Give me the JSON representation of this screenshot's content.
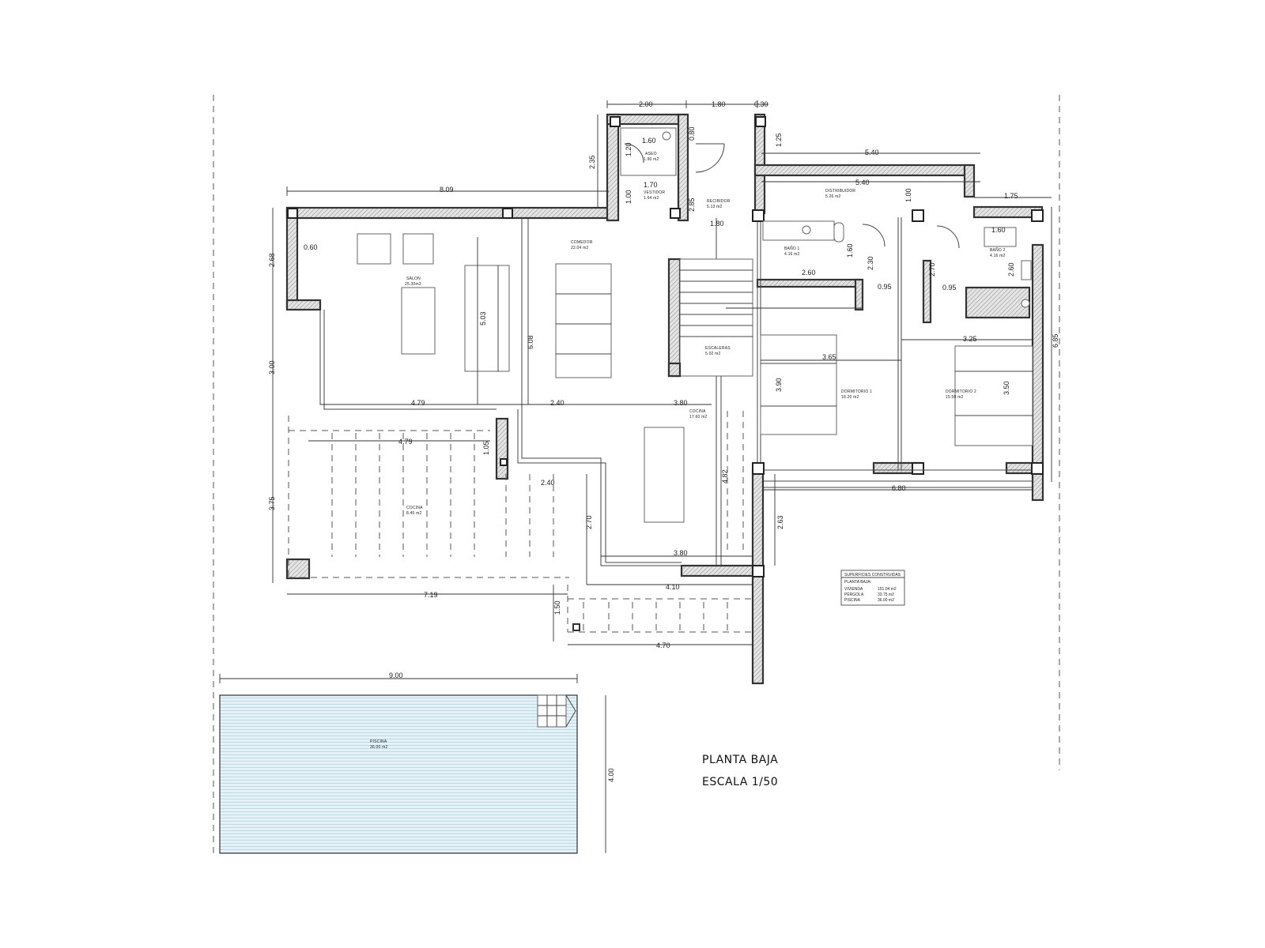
{
  "sheet": {
    "title": "PLANTA BAJA",
    "scale": "ESCALA 1/50"
  },
  "rooms": {
    "aseo": {
      "name": "ASEO",
      "area": "1.90 m2"
    },
    "vestidor": {
      "name": "VESTIDOR",
      "area": "1.64 m2"
    },
    "recibidor": {
      "name": "RECIBIDOR",
      "area": "5.13 m2"
    },
    "distribuidor": {
      "name": "DISTRIBUIDOR",
      "area": "5.26 m2"
    },
    "salon": {
      "name": "SALON",
      "area": "25.30m2"
    },
    "comedor": {
      "name": "COMEDOR",
      "area": "22.04 m2"
    },
    "escaleras": {
      "name": "ESCALERAS",
      "area": "5.02 m2"
    },
    "bano1": {
      "name": "BAÑO 1",
      "area": "4.16 m2"
    },
    "bano2": {
      "name": "BAÑO 2",
      "area": "4.16 m2"
    },
    "dormitorio1": {
      "name": "DORMITORIO 1",
      "area": "18.20 m2"
    },
    "dormitorio2": {
      "name": "DORMITORIO 2",
      "area": "15.50 m2"
    },
    "cocina": {
      "name": "COCINA",
      "area": "17.60 m2"
    },
    "cocina_ext": {
      "name": "COCINA",
      "area": "8.45 m2"
    },
    "piscina": {
      "name": "PISCINA",
      "area": "36.00 m2"
    }
  },
  "dimensions": {
    "d_2_00": "2.00",
    "d_1_80_top": "1.80",
    "d_0_30": "0.30",
    "d_1_60_aseo": "1.60",
    "d_1_20": "1.20",
    "d_0_80": "0.80",
    "d_1_25": "1.25",
    "d_5_40_a": "5.40",
    "d_5_40_b": "5.40",
    "d_2_35": "2.35",
    "d_1_70": "1.70",
    "d_1_00_a": "1.00",
    "d_1_00_b": "1.00",
    "d_8_09": "8.09",
    "d_2_85": "2.85",
    "d_1_80_mid": "1.80",
    "d_1_75": "1.75",
    "d_1_60_b2": "1.60",
    "d_2_68": "2.68",
    "d_0_60": "0.60",
    "d_1_60_b1": "1.60",
    "d_2_60_a": "2.60",
    "d_2_30": "2.30",
    "d_2_70_a": "2.70",
    "d_2_60_b": "2.60",
    "d_0_95_a": "0.95",
    "d_0_95_b": "0.95",
    "d_5_03": "5.03",
    "d_6_08": "6.08",
    "d_3_25": "3.25",
    "d_3_65": "3.65",
    "d_6_85": "6.85",
    "d_3_00": "3.00",
    "d_3_90": "3.90",
    "d_3_50": "3.50",
    "d_4_79_a": "4.79",
    "d_2_40_a": "2.40",
    "d_3_80_a": "3.80",
    "d_4_79_b": "4.79",
    "d_1_05": "1.05",
    "d_2_40_b": "2.40",
    "d_4_82": "4.82",
    "d_6_80": "6.80",
    "d_3_75": "3.75",
    "d_2_70_b": "2.70",
    "d_2_63": "2.63",
    "d_3_80_b": "3.80",
    "d_4_10": "4.10",
    "d_7_19": "7.19",
    "d_1_50": "1.50",
    "d_4_70": "4.70",
    "d_9_00": "9.00",
    "d_4_00": "4.00"
  },
  "areas_table": {
    "header": "SUPERFICIES CONSTRUIDAS",
    "subheader": "PLANTA BAJA:",
    "rows": [
      {
        "label": "VIVIENDA",
        "value": "151.04 m2"
      },
      {
        "label": "PÉRGOLA",
        "value": "33.75 m2"
      },
      {
        "label": "PISCINA",
        "value": "36.00 m2"
      }
    ]
  }
}
